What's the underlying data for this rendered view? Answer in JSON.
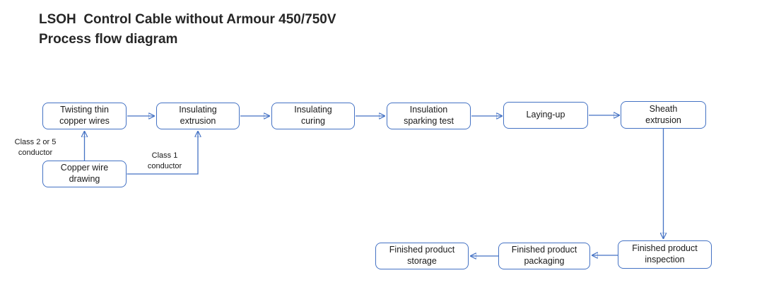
{
  "title": {
    "line1": "LSOH  Control Cable without Armour 450/750V",
    "line2": "Process flow diagram"
  },
  "colors": {
    "accent": "#4472C4",
    "text": "#1a1a1a",
    "title": "#262626",
    "background": "#ffffff"
  },
  "diagram": {
    "nodes": {
      "twisting": {
        "label": "Twisting thin\ncopper wires"
      },
      "insulating_extrusion": {
        "label": "Insulating\nextrusion"
      },
      "insulating_curing": {
        "label": "Insulating\ncuring"
      },
      "insulation_sparking_test": {
        "label": "Insulation\nsparking test"
      },
      "laying_up": {
        "label": "Laying-up"
      },
      "sheath_extrusion": {
        "label": "Sheath\nextrusion"
      },
      "copper_wire_drawing": {
        "label": "Copper wire\ndrawing"
      },
      "finished_product_inspection": {
        "label": "Finished product\ninspection"
      },
      "finished_product_packaging": {
        "label": "Finished product\npackaging"
      },
      "finished_product_storage": {
        "label": "Finished product\nstorage"
      }
    },
    "annotations": {
      "class_2_or_5": "Class 2 or 5\nconductor",
      "class_1": "Class 1\nconductor"
    },
    "edges": [
      {
        "from": "twisting",
        "to": "insulating_extrusion"
      },
      {
        "from": "insulating_extrusion",
        "to": "insulating_curing"
      },
      {
        "from": "insulating_curing",
        "to": "insulation_sparking_test"
      },
      {
        "from": "insulation_sparking_test",
        "to": "laying_up"
      },
      {
        "from": "laying_up",
        "to": "sheath_extrusion"
      },
      {
        "from": "copper_wire_drawing",
        "to": "twisting",
        "note": "Class 2 or 5 conductor"
      },
      {
        "from": "copper_wire_drawing",
        "to": "insulating_extrusion",
        "note": "Class 1 conductor"
      },
      {
        "from": "sheath_extrusion",
        "to": "finished_product_inspection"
      },
      {
        "from": "finished_product_inspection",
        "to": "finished_product_packaging"
      },
      {
        "from": "finished_product_packaging",
        "to": "finished_product_storage"
      }
    ]
  }
}
